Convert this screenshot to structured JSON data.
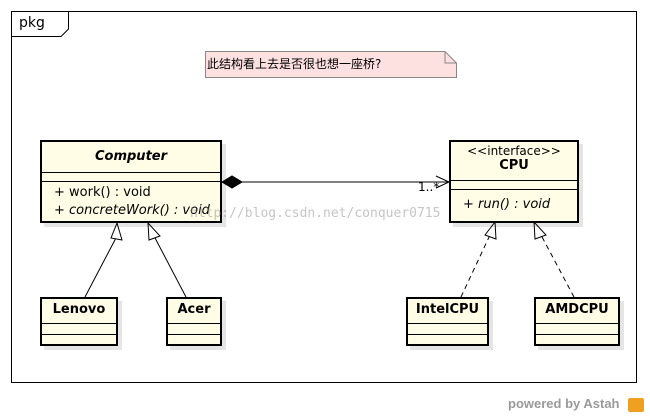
{
  "frame": {
    "label": "pkg"
  },
  "note": {
    "text": "此结构看上去是否很也想一座桥?"
  },
  "classes": {
    "computer": {
      "name": "Computer",
      "ops": [
        "+ work() : void",
        "+ concreteWork() : void"
      ]
    },
    "cpu": {
      "stereotype": "<<interface>>",
      "name": "CPU",
      "ops": [
        "+ run() : void"
      ]
    },
    "lenovo": {
      "name": "Lenovo"
    },
    "acer": {
      "name": "Acer"
    },
    "intelcpu": {
      "name": "IntelCPU"
    },
    "amdcpu": {
      "name": "AMDCPU"
    }
  },
  "association": {
    "multiplicity": "1..*"
  },
  "watermark": "http://blog.csdn.net/conquer0715",
  "branding": {
    "powered_by": "powered by Astah"
  },
  "colors": {
    "class_fill": "#fffde6",
    "note_fill": "#fde0e0",
    "line": "#000000"
  }
}
